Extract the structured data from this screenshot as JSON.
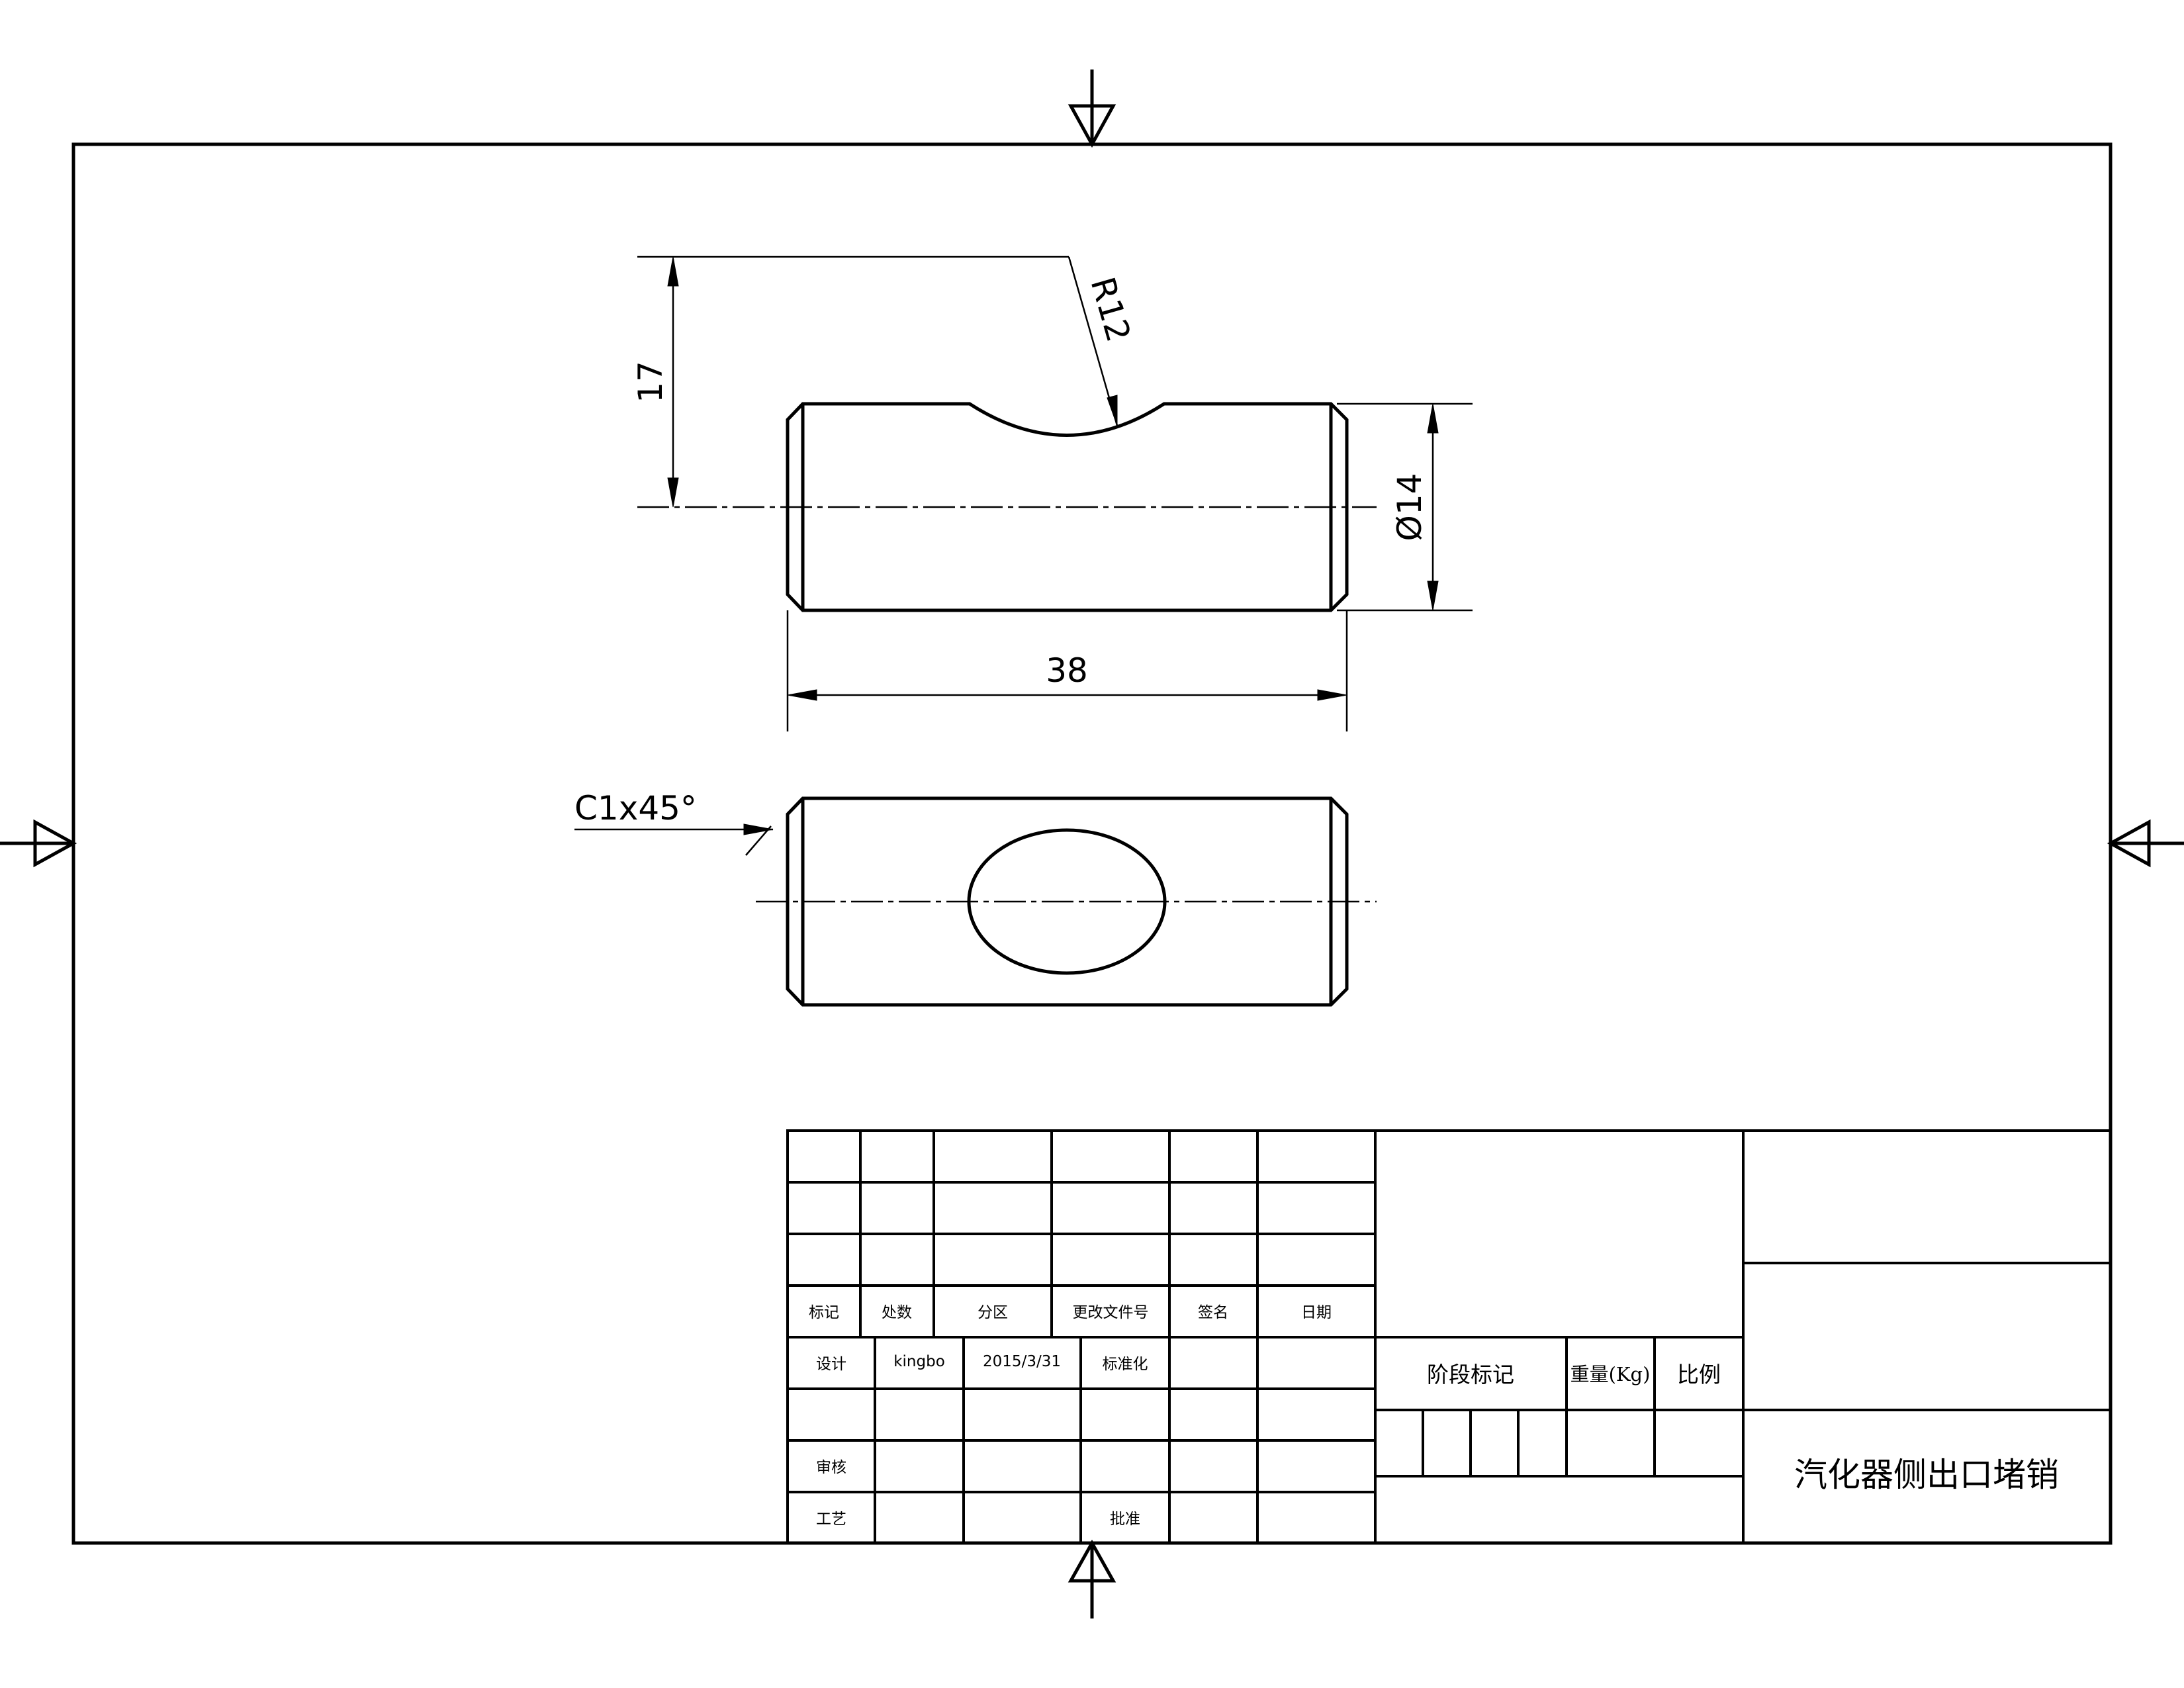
{
  "dimensions": {
    "height_17": "17",
    "radius": "R12",
    "diameter": "Ø14",
    "length": "38",
    "chamfer": "C1x45°"
  },
  "title_block": {
    "revision_headers": {
      "mark": "标记",
      "count": "处数",
      "zone": "分区",
      "change_doc": "更改文件号",
      "signature": "签名",
      "date": "日期"
    },
    "design_label": "设计",
    "designer": "kingbo",
    "design_date": "2015/3/31",
    "standardization_label": "标准化",
    "review_label": "审核",
    "process_label": "工艺",
    "approval_label": "批准",
    "stage_mark_label": "阶段标记",
    "weight_label": "重量(Kg)",
    "scale_label": "比例",
    "drawing_title": "汽化器侧出口堵销"
  }
}
